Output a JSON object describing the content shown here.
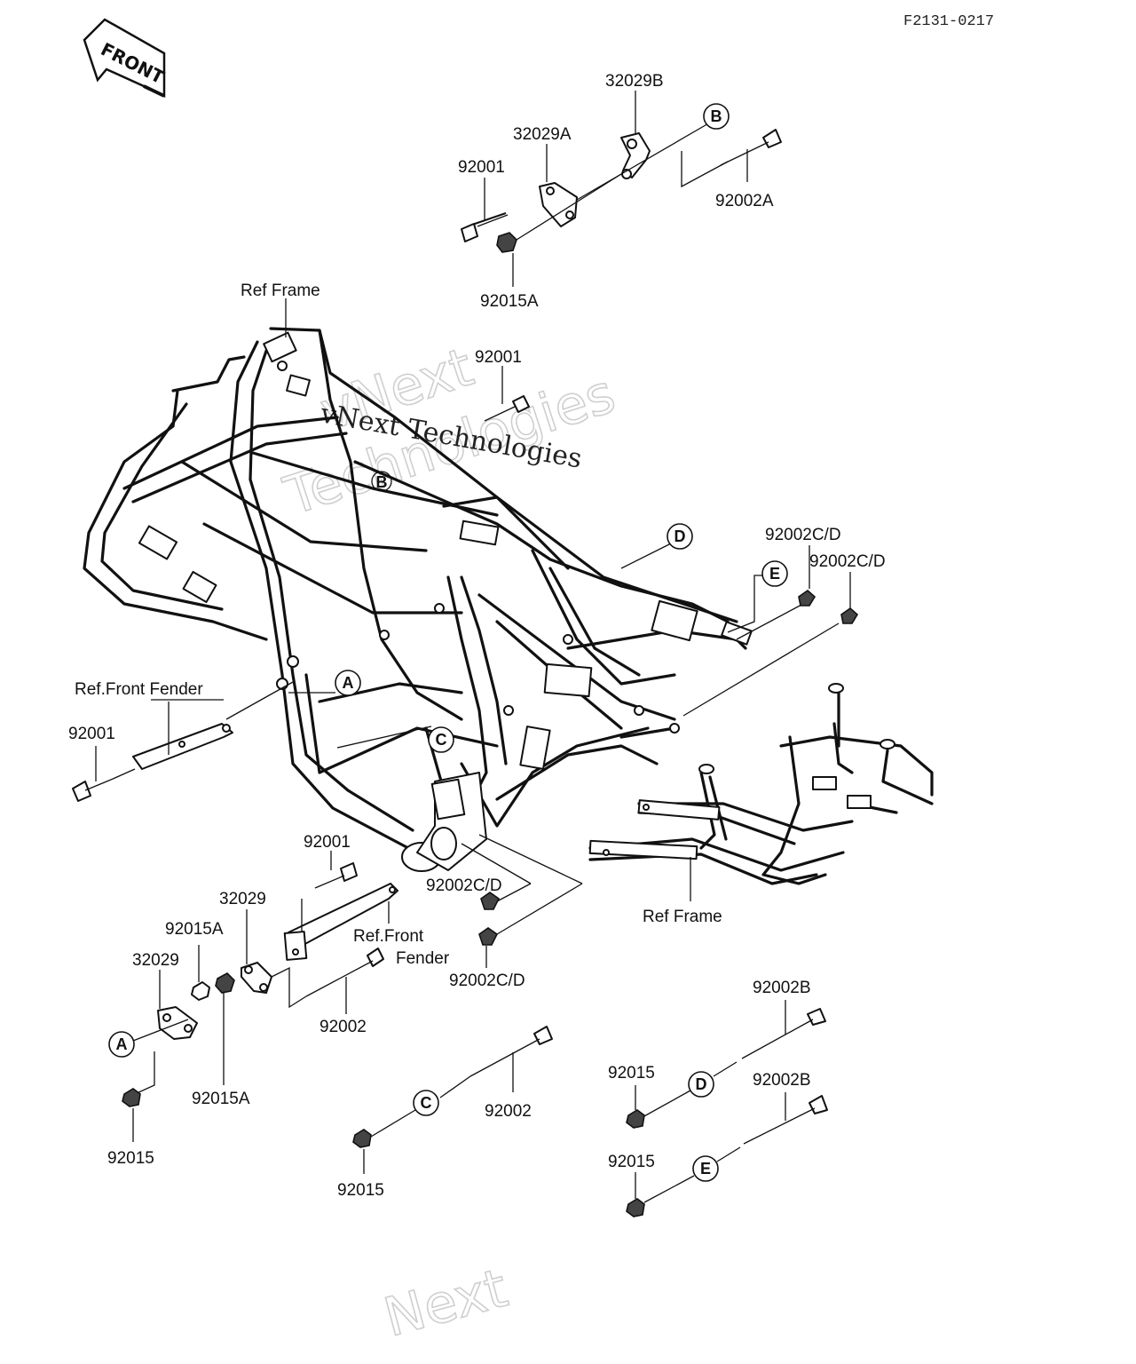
{
  "doc_code": "F2131-0217",
  "front_arrow_label": "FRONT",
  "watermark": {
    "line1": "vNext Technologies",
    "outline1": "vNext",
    "outline2": "Technologies",
    "bottom": "Next"
  },
  "labels": {
    "p32029b": "32029B",
    "p32029a": "32029A",
    "p92001_top": "92001",
    "p92002a": "92002A",
    "p92015a_top": "92015A",
    "ref_frame_top": "Ref Frame",
    "p92001_mid": "92001",
    "p92002cd_1": "92002C/D",
    "p92002cd_2": "92002C/D",
    "ref_front_fender_left": "Ref.Front Fender",
    "p92001_left": "92001",
    "p92001_low": "92001",
    "p92002cd_3": "92002C/D",
    "p32029_a": "32029",
    "p92015a_low1": "92015A",
    "ref_front_fender_low_1": "Ref.Front",
    "ref_front_fender_low_2": "Fender",
    "p92002cd_4": "92002C/D",
    "ref_frame_right": "Ref Frame",
    "p32029_b": "32029",
    "p92002_a": "92002",
    "p92015a_low2": "92015A",
    "p92015_left": "92015",
    "p92002_b": "92002",
    "p92015_mid": "92015",
    "p92002b_1": "92002B",
    "p92015_r1": "92015",
    "p92002b_2": "92002B",
    "p92015_r2": "92015"
  },
  "refs": {
    "A": "A",
    "B": "B",
    "C": "C",
    "D": "D",
    "E": "E"
  }
}
